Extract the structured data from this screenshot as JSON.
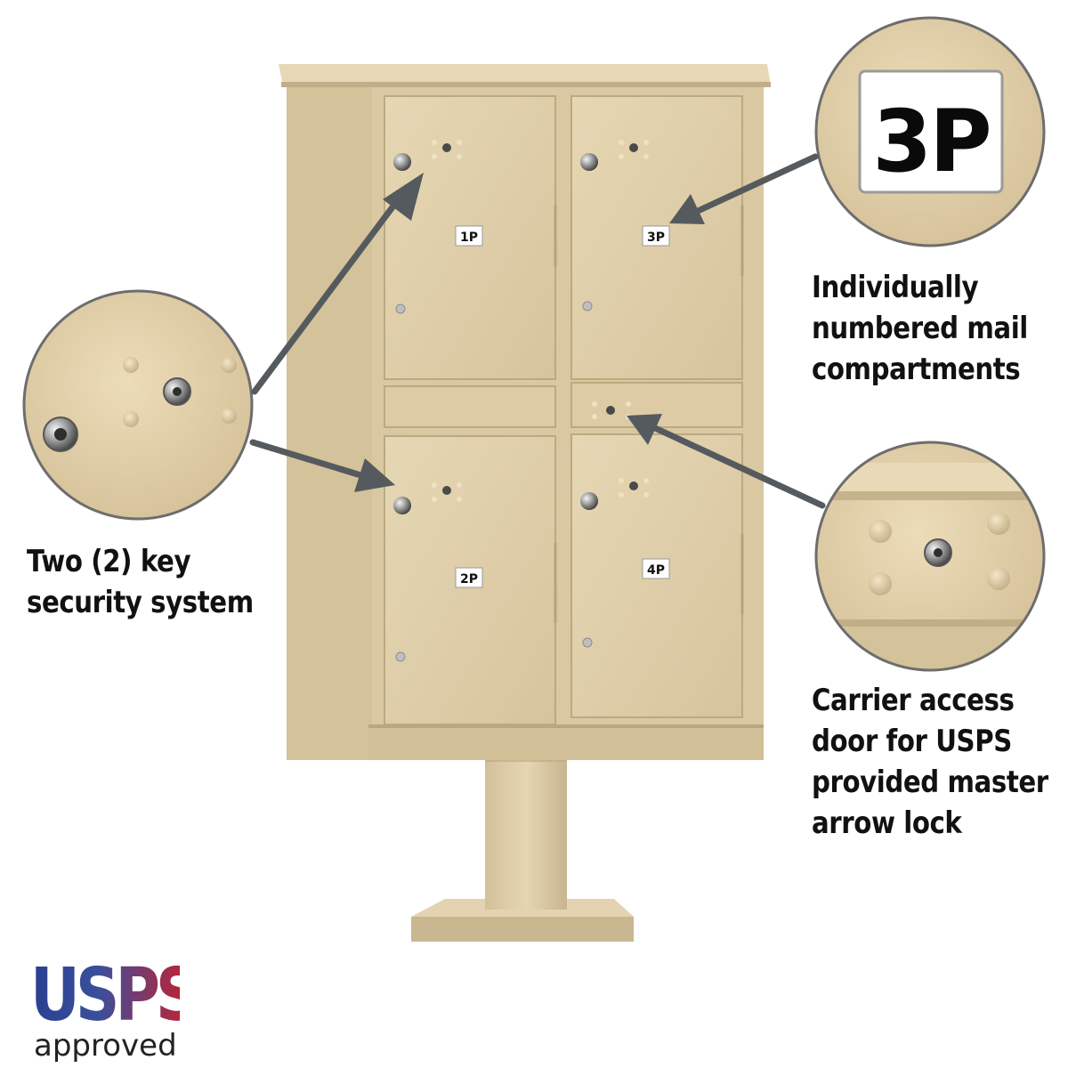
{
  "compartments": [
    {
      "label": "1P"
    },
    {
      "label": "2P"
    },
    {
      "label": "3P"
    },
    {
      "label": "4P"
    }
  ],
  "zoom_label": "3P",
  "callouts": {
    "two_key": [
      "Two (2) key",
      "security system"
    ],
    "numbered": [
      "Individually",
      "numbered mail",
      "compartments"
    ],
    "carrier": [
      "Carrier access",
      "door for USPS",
      "provided master",
      "arrow lock"
    ]
  },
  "logo": {
    "usps": "USPS",
    "approved": "approved"
  },
  "colors": {
    "sand": "#dccaa3",
    "arrow": "#555a5e",
    "logo_blue": "#2a3f8f",
    "logo_red": "#b3263d"
  }
}
